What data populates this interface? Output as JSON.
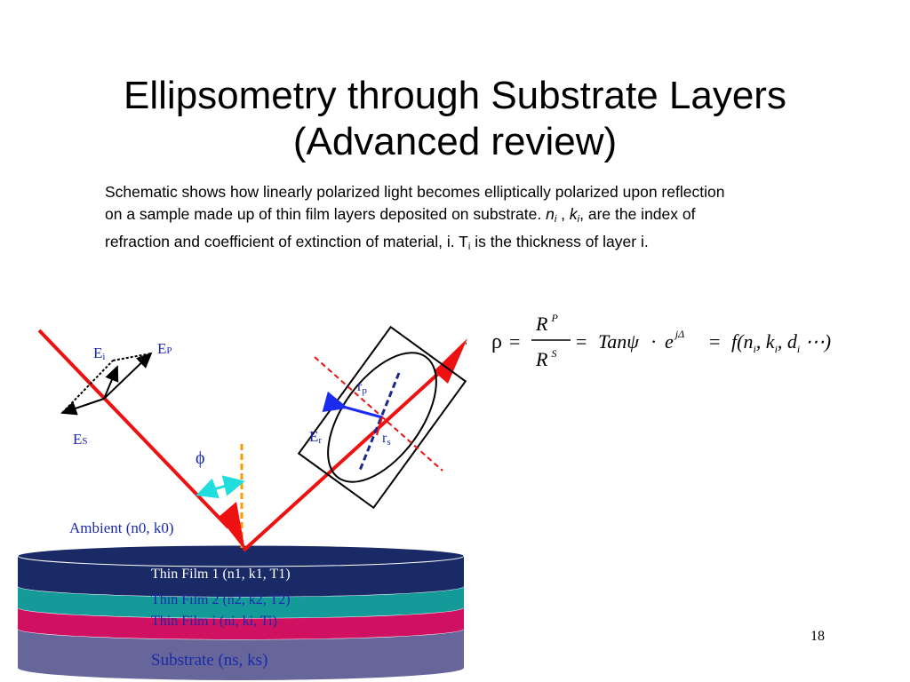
{
  "title": {
    "line1": "Ellipsometry through Substrate Layers",
    "line2": "(Advanced review)"
  },
  "description": {
    "part1": "Schematic shows how linearly polarized light becomes elliptically polarized upon reflection on a sample made up of thin film layers deposited on substrate.",
    "n": "n",
    "n_sub": "i",
    "sep1": " , ",
    "k": "k",
    "k_sub": "i",
    "part2": ", are the index of refraction and coefficient of extinction of material, i. T",
    "t_sub": "i",
    "part3": " is the thickness of layer i."
  },
  "labels": {
    "Ei": "E",
    "Ei_sub": "i",
    "Ep": "E",
    "Ep_sub": "P",
    "Es": "E",
    "Es_sub": "S",
    "phi": "ϕ",
    "Er": "E",
    "Er_sub": "r",
    "rp": "r",
    "rp_sub": "p",
    "rs": "r",
    "rs_sub": "s",
    "ambient": "Ambient (n0, k0)"
  },
  "layers": [
    {
      "label": "Thin Film 1 (n1, k1, T1)",
      "color": "#1a2a66",
      "text_color": "#ffffff"
    },
    {
      "label": "Thin Film 2 (n2, k2, T2)",
      "color": "#159a9a",
      "text_color": "#1a2aaa"
    },
    {
      "label": "Thin Film i (ni, ki, Ti)",
      "color": "#d01060",
      "text_color": "#1a2aaa"
    },
    {
      "label": "Substrate (ns, ks)",
      "color": "#66669a",
      "text_color": "#1a2aaa"
    }
  ],
  "equation": {
    "rho": "ρ",
    "eq": "=",
    "num": "R",
    "num_sup": "P",
    "den": "R",
    "den_sup": "S",
    "tan": "Tanψ",
    "dot": "·",
    "e": "e",
    "e_sup": "jΔ",
    "f": "f",
    "args": "(n",
    "a1": "i",
    "c1": ", k",
    "a2": "i",
    "c2": ", d",
    "a3": "i",
    "c3": " ⋯)"
  },
  "page_number": "18",
  "colors": {
    "beam": "#ee1111",
    "normal": "#ff9900",
    "angle_arrow": "#22dddd",
    "dash_blue": "#1a2a8a",
    "arrow_blue": "#1a2aee"
  }
}
